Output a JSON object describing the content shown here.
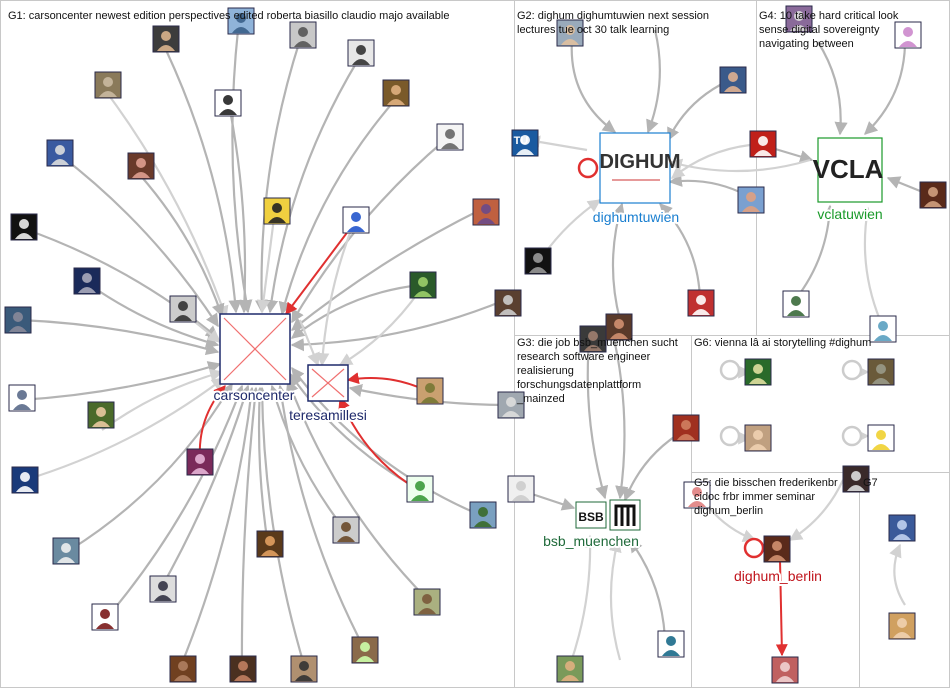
{
  "groups": [
    {
      "id": "G1",
      "title_lines": [
        "G1: carsoncenter newest edition perspectives edited roberta biasillo claudio majo available"
      ]
    },
    {
      "id": "G2",
      "title_lines": [
        "G2: dighum dighumtuwien next session",
        "lectures tue oct 30 talk learning"
      ]
    },
    {
      "id": "G3",
      "title_lines": [
        "G3: die job bsb_muenchen sucht",
        "research software engineer",
        "realisierung",
        "forschungsdatenplattform",
        "_mainzed"
      ]
    },
    {
      "id": "G4",
      "title_lines": [
        "G4: 10 take hard critical look",
        "sense digital sovereignty",
        "navigating between"
      ]
    },
    {
      "id": "G5",
      "title_lines": [
        "G5: die bisschen frederikenbr",
        "cidoc frbr immer seminar",
        "dighum_berlin"
      ]
    },
    {
      "id": "G6",
      "title_lines": [
        "G6: vienna lâ ai storytelling #dighum"
      ]
    },
    {
      "id": "G7",
      "title_lines": [
        "G7"
      ]
    }
  ],
  "hubs": [
    {
      "id": "carsoncenter",
      "label": "carsoncenter",
      "color": "#1f2a6b"
    },
    {
      "id": "teresamillesi",
      "label": "teresamillesi",
      "color": "#1f2a6b"
    },
    {
      "id": "dighumtuwien",
      "label": "dighumtuwien",
      "color": "#1a7fd0"
    },
    {
      "id": "vclatuwien",
      "label": "vclatuwien",
      "color": "#1a9a2a"
    },
    {
      "id": "bsb_muenchen",
      "label": "bsb_muenchen",
      "color": "#1f6a3a"
    },
    {
      "id": "dighum_berlin",
      "label": "dighum_berlin",
      "color": "#c0141c"
    }
  ],
  "logo_texts": {
    "dighum": "DIGHUM",
    "vcla": "VCLA",
    "bsb": "BSB",
    "tu": "TU"
  },
  "colors": {
    "edge": "#b4b4b4",
    "edge_light": "#d2d2d2",
    "edge_red": "#e03030",
    "grid": "#c8c8c8"
  }
}
